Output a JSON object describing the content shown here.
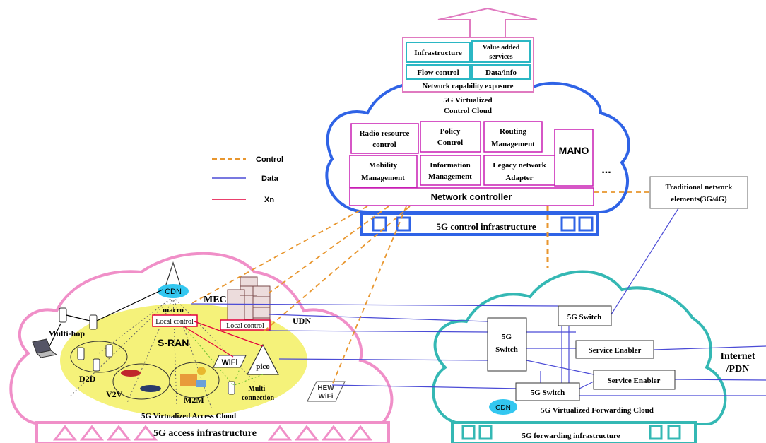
{
  "colors": {
    "control": "#e8962e",
    "data": "#4b4bd6",
    "xn": "#e3003b",
    "control_cloud": "#2f63e6",
    "access_cloud": "#f08fc8",
    "forwarding_cloud": "#34b8b4",
    "module_border": "#c81eb4",
    "exposure_border": "#2bb7c4",
    "ellipse_fill": "#f5f27a",
    "cdn_fill": "#33c7f0"
  },
  "legend": {
    "control": "Control",
    "data": "Data",
    "xn": "Xn"
  },
  "exposure": {
    "infrastructure": "Infrastructure",
    "value_added_1": "Value added",
    "value_added_2": "services",
    "flow_control": "Flow control",
    "data_info": "Data/info",
    "caption": "Network capability exposure"
  },
  "control_cloud": {
    "title_1": "5G Virtualized",
    "title_2": "Control Cloud",
    "modules": {
      "radio_1": "Radio resource",
      "radio_2": "control",
      "policy_1": "Policy",
      "policy_2": "Control",
      "routing_1": "Routing",
      "routing_2": "Management",
      "mano": "MANO",
      "ellipsis": "...",
      "mobility_1": "Mobility",
      "mobility_2": "Management",
      "information_1": "Information",
      "information_2": "Management",
      "legacy_1": "Legacy network",
      "legacy_2": "Adapter"
    },
    "network_controller": "Network controller",
    "infrastructure": "5G control infrastructure"
  },
  "traditional": {
    "line1": "Traditional network",
    "line2": "elements(3G/4G)"
  },
  "access": {
    "cdn": "CDN",
    "mec": "MEC",
    "macro": "macro",
    "local_control": "Local control",
    "local_control_udn": "Local control",
    "udn": "UDN",
    "multihop": "Multi-hop",
    "sran": "S-RAN",
    "d2d": "D2D",
    "v2v": "V2V",
    "m2m": "M2M",
    "wifi": "WiFi",
    "pico": "pico",
    "multiconn_1": "Multi-",
    "multiconn_2": "connection",
    "hew_1": "HEW",
    "hew_2": "WiFi",
    "cloud_label": "5G Virtualized Access Cloud",
    "infrastructure": "5G access infrastructure"
  },
  "forwarding": {
    "switch_main_1": "5G",
    "switch_main_2": "Switch",
    "switch_top": "5G Switch",
    "switch_bottom": "5G Switch",
    "service_enabler_1": "Service Enabler",
    "service_enabler_2": "Service Enabler",
    "cdn": "CDN",
    "cloud_label": "5G Virtualized Forwarding Cloud",
    "infrastructure": "5G forwarding infrastructure",
    "internet_1": "Internet",
    "internet_2": "/PDN"
  }
}
